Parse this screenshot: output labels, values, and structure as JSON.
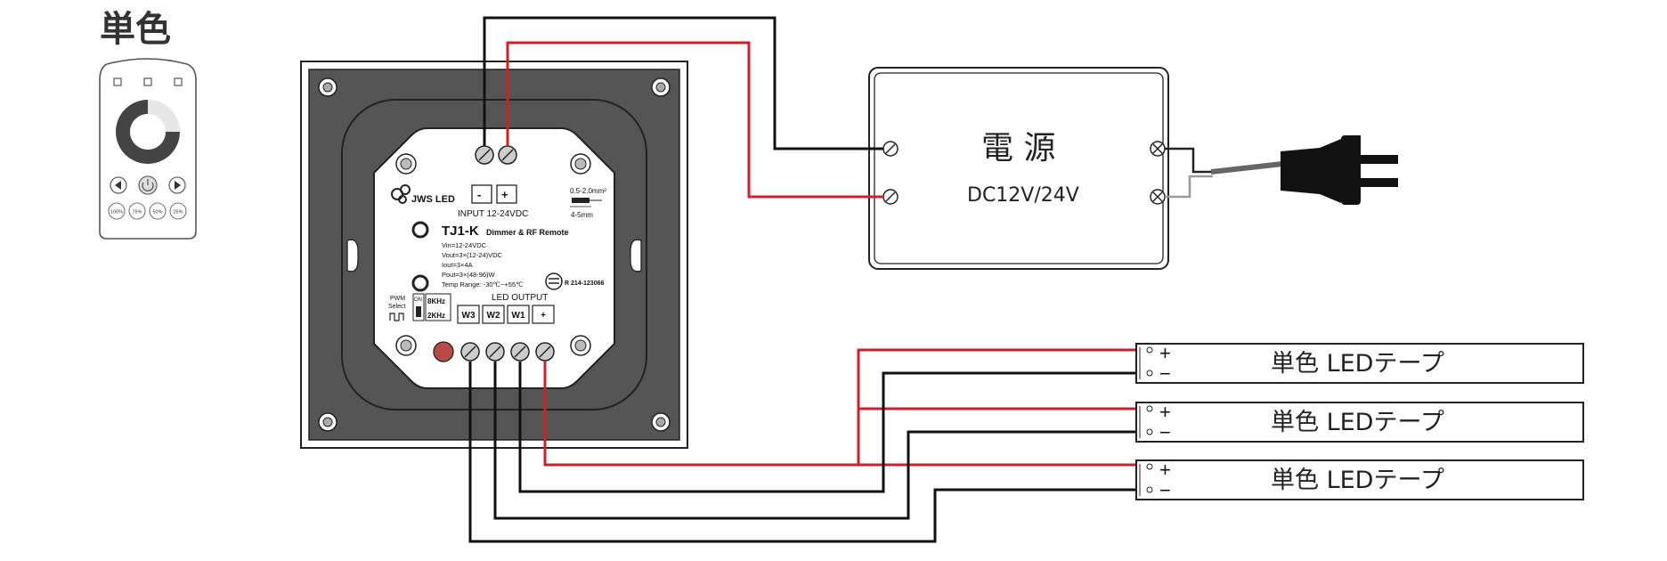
{
  "title": "単色",
  "remote": {
    "buttons": [
      "100%",
      "75%",
      "50%",
      "25%"
    ]
  },
  "power_supply": {
    "label": "電 源",
    "voltage": "DC12V/24V"
  },
  "controller": {
    "brand": "JWS LED",
    "input_minus": "-",
    "input_plus": "+",
    "input_label": "INPUT 12-24VDC",
    "wire_gauge": "0.5-2.0mm²",
    "strip_length": "4-5mm",
    "model": "TJ1-K",
    "model_desc": "Dimmer & RF Remote",
    "specs": [
      "Vin=12-24VDC",
      "Vout=3×(12-24)VDC",
      "Iout=3×4A",
      "Pout=3×(48-96)W",
      "Temp Range: -30℃~+55℃"
    ],
    "cert": "R 214-123066",
    "pwm_label_1": "PWM",
    "pwm_label_2": "Select",
    "switch_on": "ON",
    "freq_high": "8KHz",
    "freq_low": "2KHz",
    "output_label": "LED OUTPUT",
    "outputs": [
      "W3",
      "W2",
      "W1",
      "+"
    ]
  },
  "strips": [
    {
      "label": "単色 LEDテープ",
      "plus": "+",
      "minus": "−"
    },
    {
      "label": "単色 LEDテープ",
      "plus": "+",
      "minus": "−"
    },
    {
      "label": "単色 LEDテープ",
      "plus": "+",
      "minus": "−"
    }
  ],
  "colors": {
    "positive_wire": "#d01f2b",
    "negative_wire": "#111111",
    "panel": "#555555"
  }
}
